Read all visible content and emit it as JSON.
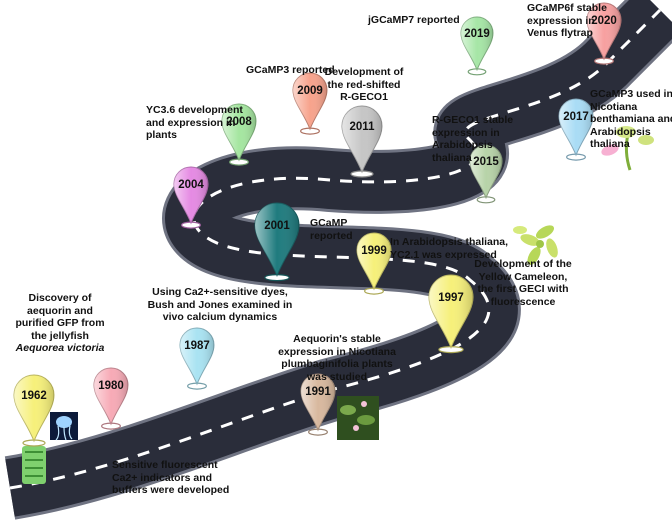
{
  "milestones": [
    {
      "id": "m1962",
      "year": "1962",
      "color": "#f6f07a",
      "lines": [
        "Discovery of",
        "aequorin and",
        "purified GFP from",
        "the jellyfish"
      ],
      "italic_line": "Aequorea victoria"
    },
    {
      "id": "m1980",
      "year": "1980",
      "color": "#f7aab6",
      "lines": [
        "Sensitive fluorescent",
        "Ca2+ indicators and",
        "buffers were developed"
      ]
    },
    {
      "id": "m1987",
      "year": "1987",
      "color": "#a9e3f2",
      "lines": [
        "Using Ca2+-sensitive dyes,",
        "Bush and Jones examined in",
        "vivo calcium dynamics"
      ]
    },
    {
      "id": "m1991",
      "year": "1991",
      "color": "#d8b89e",
      "lines": [
        "Aequorin's stable",
        "expression in Nicotiana",
        "plumbaginifolia plants",
        "was studied"
      ]
    },
    {
      "id": "m1997",
      "year": "1997",
      "color": "#f6f07a",
      "lines": [
        "Development of the",
        "Yellow Cameleon,",
        "the first GECI with",
        "fluorescence"
      ]
    },
    {
      "id": "m1999",
      "year": "1999",
      "color": "#f6f07a",
      "lines": [
        "In Arabidopsis thaliana,",
        "YC2.1 was expressed"
      ]
    },
    {
      "id": "m2001",
      "year": "2001",
      "color": "#1f7b7e",
      "lines": [
        "GCaMP",
        "reported"
      ]
    },
    {
      "id": "m2004",
      "year": "2004",
      "color": "#e58ae3",
      "lines": []
    },
    {
      "id": "m2008",
      "year": "2008",
      "color": "#a5e6a0",
      "lines": [
        "YC3.6 development",
        "and expression in",
        "plants"
      ]
    },
    {
      "id": "m2009",
      "year": "2009",
      "color": "#f7a38c",
      "lines": [
        "GCaMP3 reported"
      ]
    },
    {
      "id": "m2011",
      "year": "2011",
      "color": "#c6c6c6",
      "lines": [
        "Development of",
        "the red-shifted",
        "R-GECO1"
      ]
    },
    {
      "id": "m2015",
      "year": "2015",
      "color": "#b7d3a8",
      "lines": [
        "R-GECO1 stable",
        "expression in",
        "Arabidopsis",
        "thaliana"
      ]
    },
    {
      "id": "m2017",
      "year": "2017",
      "color": "#a9dcf5",
      "lines": [
        "GCaMP3 used in",
        "Nicotiana",
        "benthamiana and",
        "Arabidopsis",
        "thaliana"
      ]
    },
    {
      "id": "m2019",
      "year": "2019",
      "color": "#a6e6a6",
      "lines": [
        "jGCaMP7 reported"
      ]
    },
    {
      "id": "m2020",
      "year": "2020",
      "color": "#f7a0a0",
      "lines": [
        "GCaMP6f stable",
        "expression in",
        "Venus flytrap"
      ]
    }
  ],
  "colors": {
    "road": "#2a2d3a",
    "road_edge": "#6f7382",
    "dash": "#ffffff"
  }
}
